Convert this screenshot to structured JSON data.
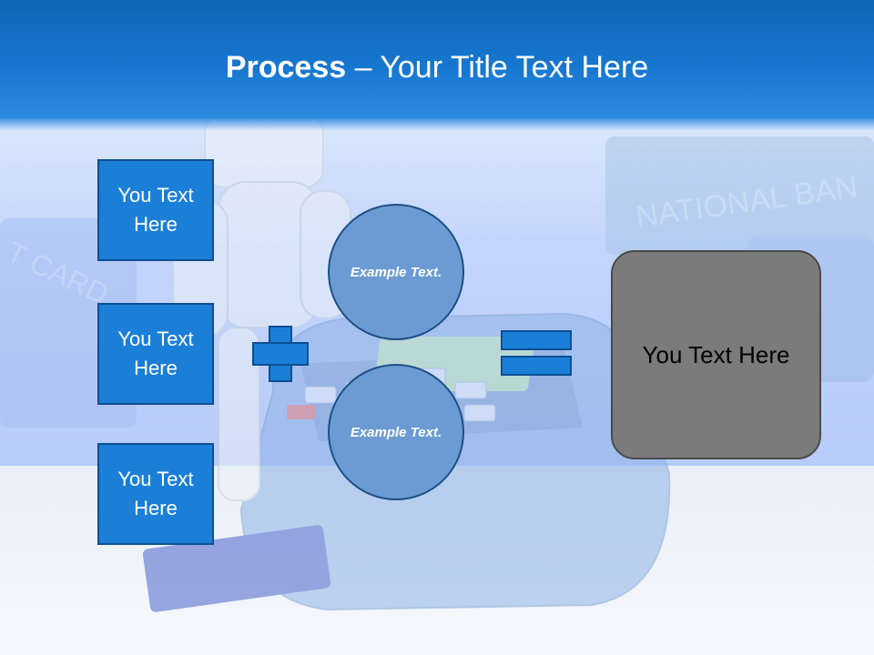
{
  "slide": {
    "title": {
      "bold_part": "Process",
      "separator": " – ",
      "regular_part": "Your Title Text Here"
    },
    "boxes": [
      {
        "label": "You Text Here"
      },
      {
        "label": "You Text Here"
      },
      {
        "label": "You Text Here"
      }
    ],
    "circles": [
      {
        "label": "Example Text."
      },
      {
        "label": "Example Text."
      }
    ],
    "result": {
      "label": "You Text Here"
    },
    "colors": {
      "header": "#1676cf",
      "box_fill": "#1b7fd8",
      "box_border": "#0d4f93",
      "circle_fill": "#6b9bd2",
      "result_fill": "#7b7b7b"
    }
  }
}
